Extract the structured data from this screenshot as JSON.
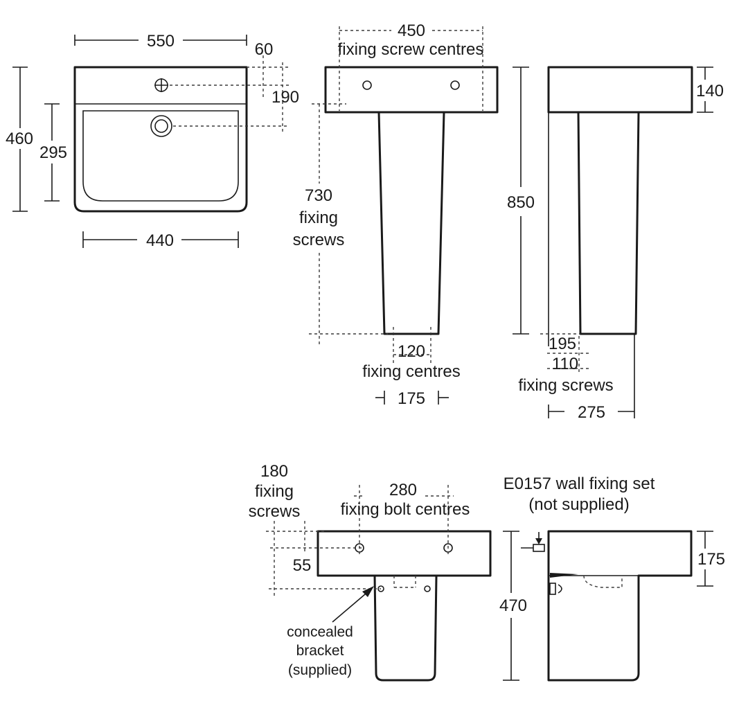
{
  "basin_plan": {
    "width_550": "550",
    "offset_60": "60",
    "depth_190": "190",
    "height_460": "460",
    "height_295": "295",
    "width_440": "440"
  },
  "pedestal_front": {
    "dim_450": "450",
    "screw_centres": "fixing screw centres",
    "dim_730": "730",
    "fixing": "fixing",
    "screws": "screws",
    "dim_120": "120",
    "fixing_centres": "fixing centres",
    "dim_175": "175"
  },
  "pedestal_side": {
    "dim_140": "140",
    "dim_850": "850",
    "dim_195": "195",
    "dim_110": "110",
    "fixing_screws": "fixing screws",
    "dim_275": "275"
  },
  "semi_front": {
    "dim_180": "180",
    "fixing": "fixing",
    "screws": "screws",
    "dim_280": "280",
    "bolt_centres": "fixing bolt centres",
    "dim_55": "55",
    "concealed": "concealed",
    "bracket": "bracket",
    "supplied": "(supplied)"
  },
  "semi_side": {
    "wall_fixing": "E0157 wall fixing set",
    "not_supplied": "(not supplied)",
    "dim_175": "175",
    "dim_470": "470"
  }
}
